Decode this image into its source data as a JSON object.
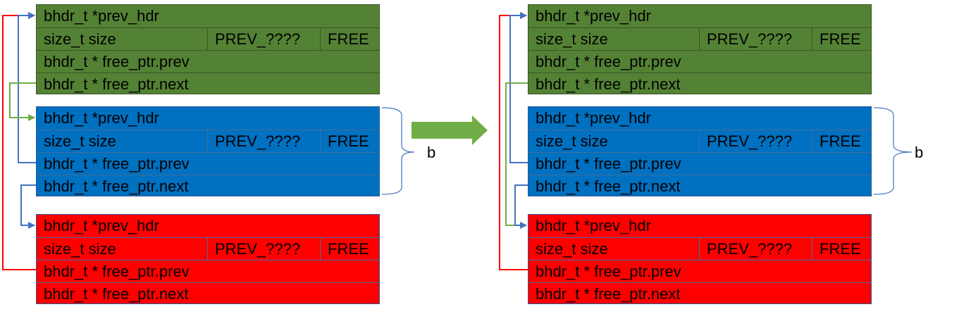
{
  "fields": {
    "prev_hdr": "bhdr_t *prev_hdr",
    "size": "size_t size",
    "prev_flag": "PREV_????",
    "free_flag": "FREE",
    "free_prev": "bhdr_t * free_ptr.prev",
    "free_next": "bhdr_t * free_ptr.next"
  },
  "brace_label": "b",
  "colors": {
    "green": "#548235",
    "blue": "#0070c0",
    "red": "#ff0000",
    "arrow_green": "#70ad47",
    "arrow_blue": "#4472c4",
    "arrow_red": "#ff0000"
  }
}
